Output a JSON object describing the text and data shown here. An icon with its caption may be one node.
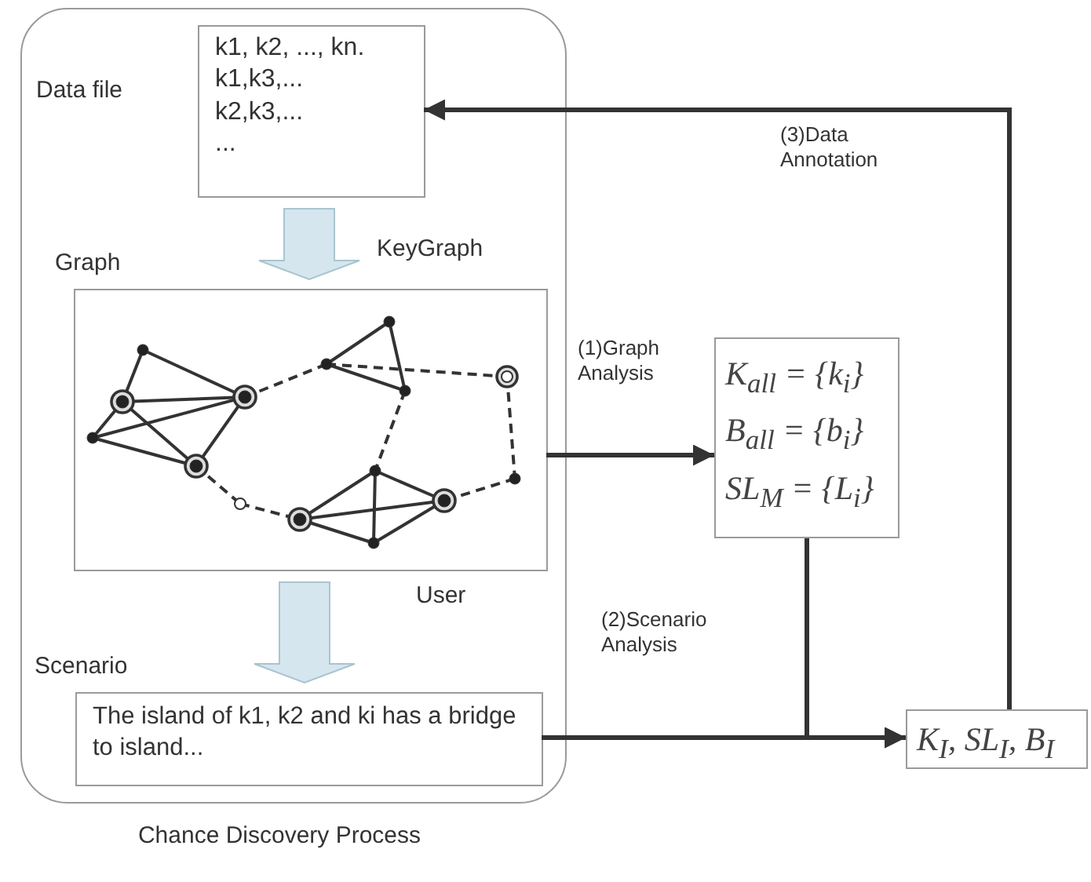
{
  "diagram": {
    "nodes": [
      {
        "text": [
          "Chance Discovery Process"
        ]
      },
      {
        "text": [
          "Data file",
          "k1, k2, ..., kn.",
          "k1,k3,...",
          "k2,k3,...",
          "..."
        ],
        "in": 0
      },
      {
        "text": [
          "Graph"
        ],
        "in": 0
      },
      {
        "text": [
          "Scenario",
          "The island of k1, k2 and ki has a bridge to island..."
        ],
        "in": 0
      },
      {
        "text": [
          "K$_{all}$ = {k$_{i}$}",
          "B$_{all}$ = {b$_{i}$}",
          "SL$_{M}$ = {L$_{i}$}"
        ]
      },
      {
        "text": [
          "K$_{I}$, SL$_{I}$, B$_{I}$"
        ]
      }
    ],
    "edges": [
      {
        "from": 1,
        "to": 2,
        "arrow": "to",
        "label": "KeyGraph",
        "style": "thick"
      },
      {
        "from": 2,
        "to": 3,
        "arrow": "to",
        "label": "User",
        "style": "thick"
      },
      {
        "from": 2,
        "to": 4,
        "arrow": "to",
        "label": "(1)Graph Analysis"
      },
      {
        "from": 3,
        "to": 5,
        "arrow": "to",
        "label": "(2)Scenario Analysis"
      },
      {
        "from": 4,
        "to": 5,
        "arrow": "to"
      },
      {
        "from": 5,
        "to": 1,
        "arrow": "to",
        "label": "(3)Data Annotation"
      }
    ]
  }
}
